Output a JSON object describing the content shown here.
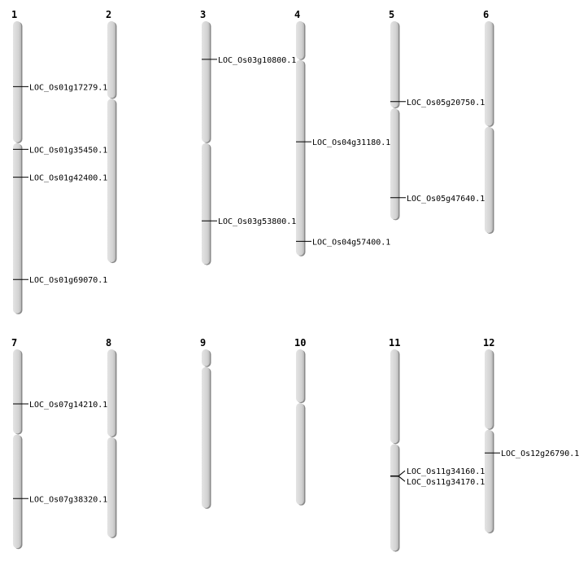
{
  "chart_data": {
    "type": "chromosome-map",
    "units": "Mb",
    "chromosomes": [
      {
        "name": "1",
        "length": 43.0,
        "centromere": 17.9,
        "genes": [
          {
            "id": "LOC_Os01g17279.1",
            "pos": 9.6
          },
          {
            "id": "LOC_Os01g35450.1",
            "pos": 18.8
          },
          {
            "id": "LOC_Os01g42400.1",
            "pos": 22.9
          },
          {
            "id": "LOC_Os01g69070.1",
            "pos": 37.9
          }
        ]
      },
      {
        "name": "2",
        "length": 35.5,
        "centromere": 11.4,
        "genes": []
      },
      {
        "name": "3",
        "length": 35.8,
        "centromere": 17.9,
        "genes": [
          {
            "id": "LOC_Os03g10800.1",
            "pos": 5.6
          },
          {
            "id": "LOC_Os03g53800.1",
            "pos": 29.3
          }
        ]
      },
      {
        "name": "4",
        "length": 34.5,
        "centromere": 5.7,
        "genes": [
          {
            "id": "LOC_Os04g31180.1",
            "pos": 17.7
          },
          {
            "id": "LOC_Os04g57400.1",
            "pos": 32.3
          }
        ]
      },
      {
        "name": "5",
        "length": 29.2,
        "centromere": 12.8,
        "genes": [
          {
            "id": "LOC_Os05g20750.1",
            "pos": 11.8
          },
          {
            "id": "LOC_Os05g47640.1",
            "pos": 25.9
          }
        ]
      },
      {
        "name": "6",
        "length": 31.2,
        "centromere": 15.5,
        "genes": []
      },
      {
        "name": "7",
        "length": 29.3,
        "centromere": 12.5,
        "genes": [
          {
            "id": "LOC_Os07g14210.1",
            "pos": 8.0
          },
          {
            "id": "LOC_Os07g38320.1",
            "pos": 21.9
          }
        ]
      },
      {
        "name": "8",
        "length": 27.7,
        "centromere": 12.9,
        "genes": []
      },
      {
        "name": "9",
        "length": 23.4,
        "centromere": 2.6,
        "genes": []
      },
      {
        "name": "10",
        "length": 22.9,
        "centromere": 7.9,
        "genes": []
      },
      {
        "name": "11",
        "length": 29.7,
        "centromere": 13.9,
        "genes": [
          {
            "id": "LOC_Os11g34160.1",
            "pos": 18.6
          },
          {
            "id": "LOC_Os11g34170.1",
            "pos": 18.6
          }
        ]
      },
      {
        "name": "12",
        "length": 27.0,
        "centromere": 11.8,
        "genes": [
          {
            "id": "LOC_Os12g26790.1",
            "pos": 15.2
          }
        ]
      }
    ],
    "colors": {
      "chromosome": "#d6d6d6",
      "shadow": "#8a8a8a",
      "marker": "#000000"
    }
  }
}
